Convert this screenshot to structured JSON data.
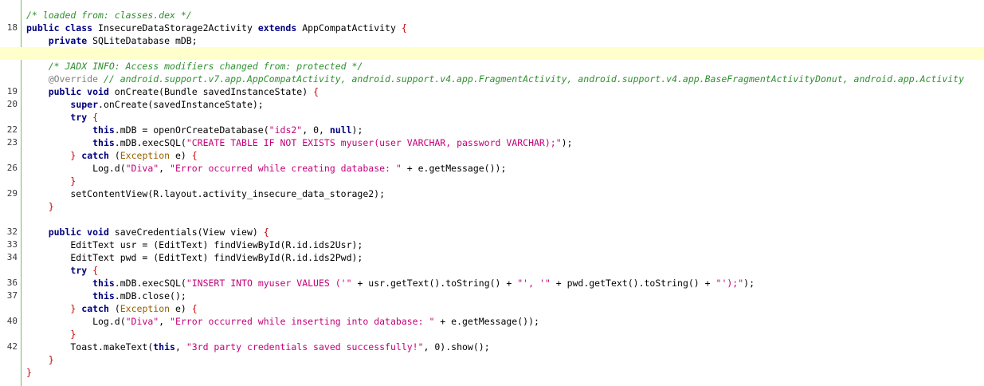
{
  "lines": [
    {
      "n": "",
      "segs": [
        {
          "t": "/* loaded from: classes.dex */",
          "c": "cmt"
        }
      ]
    },
    {
      "n": "18",
      "segs": [
        {
          "t": "public class",
          "c": "kw"
        },
        {
          "t": " InsecureDataStorage2Activity ",
          "c": ""
        },
        {
          "t": "extends",
          "c": "kw"
        },
        {
          "t": " AppCompatActivity ",
          "c": ""
        },
        {
          "t": "{",
          "c": "br"
        }
      ]
    },
    {
      "n": "",
      "segs": [
        {
          "t": "    ",
          "c": ""
        },
        {
          "t": "private",
          "c": "kw"
        },
        {
          "t": " SQLiteDatabase mDB;",
          "c": ""
        }
      ]
    },
    {
      "n": "",
      "current": true,
      "segs": [
        {
          "t": "",
          "c": ""
        }
      ]
    },
    {
      "n": "",
      "segs": [
        {
          "t": "    ",
          "c": ""
        },
        {
          "t": "/* JADX INFO: Access modifiers changed from: protected */",
          "c": "cmt"
        }
      ]
    },
    {
      "n": "",
      "segs": [
        {
          "t": "    ",
          "c": ""
        },
        {
          "t": "@Override",
          "c": "ann"
        },
        {
          "t": " // android.support.v7.app.AppCompatActivity, android.support.v4.app.FragmentActivity, android.support.v4.app.BaseFragmentActivityDonut, android.app.Activity",
          "c": "cmt"
        }
      ]
    },
    {
      "n": "19",
      "segs": [
        {
          "t": "    ",
          "c": ""
        },
        {
          "t": "public void",
          "c": "kw"
        },
        {
          "t": " onCreate(Bundle savedInstanceState) ",
          "c": ""
        },
        {
          "t": "{",
          "c": "br"
        }
      ]
    },
    {
      "n": "20",
      "segs": [
        {
          "t": "        ",
          "c": ""
        },
        {
          "t": "super",
          "c": "kw"
        },
        {
          "t": ".onCreate(savedInstanceState);",
          "c": ""
        }
      ]
    },
    {
      "n": "",
      "segs": [
        {
          "t": "        ",
          "c": ""
        },
        {
          "t": "try",
          "c": "kw"
        },
        {
          "t": " ",
          "c": ""
        },
        {
          "t": "{",
          "c": "br"
        }
      ]
    },
    {
      "n": "22",
      "segs": [
        {
          "t": "            ",
          "c": ""
        },
        {
          "t": "this",
          "c": "kw"
        },
        {
          "t": ".mDB = openOrCreateDatabase(",
          "c": ""
        },
        {
          "t": "\"ids2\"",
          "c": "str"
        },
        {
          "t": ", 0, ",
          "c": ""
        },
        {
          "t": "null",
          "c": "kw"
        },
        {
          "t": ");",
          "c": ""
        }
      ]
    },
    {
      "n": "23",
      "segs": [
        {
          "t": "            ",
          "c": ""
        },
        {
          "t": "this",
          "c": "kw"
        },
        {
          "t": ".mDB.execSQL(",
          "c": ""
        },
        {
          "t": "\"CREATE TABLE IF NOT EXISTS myuser(user VARCHAR, password VARCHAR);\"",
          "c": "str"
        },
        {
          "t": ");",
          "c": ""
        }
      ]
    },
    {
      "n": "",
      "segs": [
        {
          "t": "        ",
          "c": ""
        },
        {
          "t": "}",
          "c": "br"
        },
        {
          "t": " ",
          "c": ""
        },
        {
          "t": "catch",
          "c": "kw"
        },
        {
          "t": " (",
          "c": ""
        },
        {
          "t": "Exception",
          "c": "ty"
        },
        {
          "t": " e) ",
          "c": ""
        },
        {
          "t": "{",
          "c": "br"
        }
      ]
    },
    {
      "n": "26",
      "segs": [
        {
          "t": "            Log.d(",
          "c": ""
        },
        {
          "t": "\"Diva\"",
          "c": "str"
        },
        {
          "t": ", ",
          "c": ""
        },
        {
          "t": "\"Error occurred while creating database: \"",
          "c": "str"
        },
        {
          "t": " + e.getMessage());",
          "c": ""
        }
      ]
    },
    {
      "n": "",
      "segs": [
        {
          "t": "        ",
          "c": ""
        },
        {
          "t": "}",
          "c": "br"
        }
      ]
    },
    {
      "n": "29",
      "segs": [
        {
          "t": "        setContentView(R.layout.activity_insecure_data_storage2);",
          "c": ""
        }
      ]
    },
    {
      "n": "",
      "segs": [
        {
          "t": "    ",
          "c": ""
        },
        {
          "t": "}",
          "c": "br"
        }
      ]
    },
    {
      "n": "",
      "segs": [
        {
          "t": "",
          "c": ""
        }
      ]
    },
    {
      "n": "32",
      "segs": [
        {
          "t": "    ",
          "c": ""
        },
        {
          "t": "public void",
          "c": "kw"
        },
        {
          "t": " saveCredentials(View view) ",
          "c": ""
        },
        {
          "t": "{",
          "c": "br"
        }
      ]
    },
    {
      "n": "33",
      "segs": [
        {
          "t": "        EditText usr = (EditText) findViewById(R.id.ids2Usr);",
          "c": ""
        }
      ]
    },
    {
      "n": "34",
      "segs": [
        {
          "t": "        EditText pwd = (EditText) findViewById(R.id.ids2Pwd);",
          "c": ""
        }
      ]
    },
    {
      "n": "",
      "segs": [
        {
          "t": "        ",
          "c": ""
        },
        {
          "t": "try",
          "c": "kw"
        },
        {
          "t": " ",
          "c": ""
        },
        {
          "t": "{",
          "c": "br"
        }
      ]
    },
    {
      "n": "36",
      "segs": [
        {
          "t": "            ",
          "c": ""
        },
        {
          "t": "this",
          "c": "kw"
        },
        {
          "t": ".mDB.execSQL(",
          "c": ""
        },
        {
          "t": "\"INSERT INTO myuser VALUES ('\"",
          "c": "str"
        },
        {
          "t": " + usr.getText().toString() + ",
          "c": ""
        },
        {
          "t": "\"', '\"",
          "c": "str"
        },
        {
          "t": " + pwd.getText().toString() + ",
          "c": ""
        },
        {
          "t": "\"');\"",
          "c": "str"
        },
        {
          "t": ");",
          "c": ""
        }
      ]
    },
    {
      "n": "37",
      "segs": [
        {
          "t": "            ",
          "c": ""
        },
        {
          "t": "this",
          "c": "kw"
        },
        {
          "t": ".mDB.close();",
          "c": ""
        }
      ]
    },
    {
      "n": "",
      "segs": [
        {
          "t": "        ",
          "c": ""
        },
        {
          "t": "}",
          "c": "br"
        },
        {
          "t": " ",
          "c": ""
        },
        {
          "t": "catch",
          "c": "kw"
        },
        {
          "t": " (",
          "c": ""
        },
        {
          "t": "Exception",
          "c": "ty"
        },
        {
          "t": " e) ",
          "c": ""
        },
        {
          "t": "{",
          "c": "br"
        }
      ]
    },
    {
      "n": "40",
      "segs": [
        {
          "t": "            Log.d(",
          "c": ""
        },
        {
          "t": "\"Diva\"",
          "c": "str"
        },
        {
          "t": ", ",
          "c": ""
        },
        {
          "t": "\"Error occurred while inserting into database: \"",
          "c": "str"
        },
        {
          "t": " + e.getMessage());",
          "c": ""
        }
      ]
    },
    {
      "n": "",
      "segs": [
        {
          "t": "        ",
          "c": ""
        },
        {
          "t": "}",
          "c": "br"
        }
      ]
    },
    {
      "n": "42",
      "segs": [
        {
          "t": "        Toast.makeText(",
          "c": ""
        },
        {
          "t": "this",
          "c": "kw"
        },
        {
          "t": ", ",
          "c": ""
        },
        {
          "t": "\"3rd party credentials saved successfully!\"",
          "c": "str"
        },
        {
          "t": ", 0).show();",
          "c": ""
        }
      ]
    },
    {
      "n": "",
      "segs": [
        {
          "t": "    ",
          "c": ""
        },
        {
          "t": "}",
          "c": "br"
        }
      ]
    },
    {
      "n": "",
      "segs": [
        {
          "t": "}",
          "c": "br"
        }
      ]
    }
  ]
}
